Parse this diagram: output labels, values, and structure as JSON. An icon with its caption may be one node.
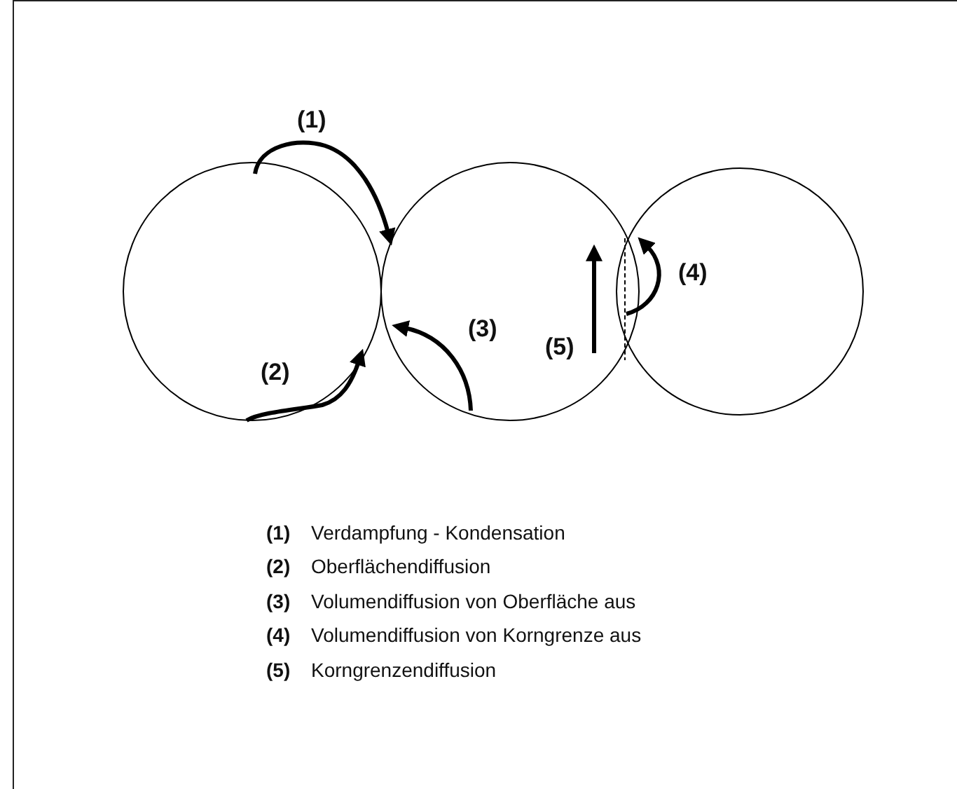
{
  "diagram": {
    "labels": [
      "(1)",
      "(2)",
      "(3)",
      "(5)",
      "(4)",
      "(1)",
      "Verdampfung - Kondensation",
      "(2)",
      "Oberflächendiffusion",
      "(3)",
      "Volumendiffusion von Oberfläche aus",
      "(4)",
      "Volumendiffusion von Korngrenze aus",
      "(5)",
      "Korngrenzendiffusion"
    ]
  }
}
